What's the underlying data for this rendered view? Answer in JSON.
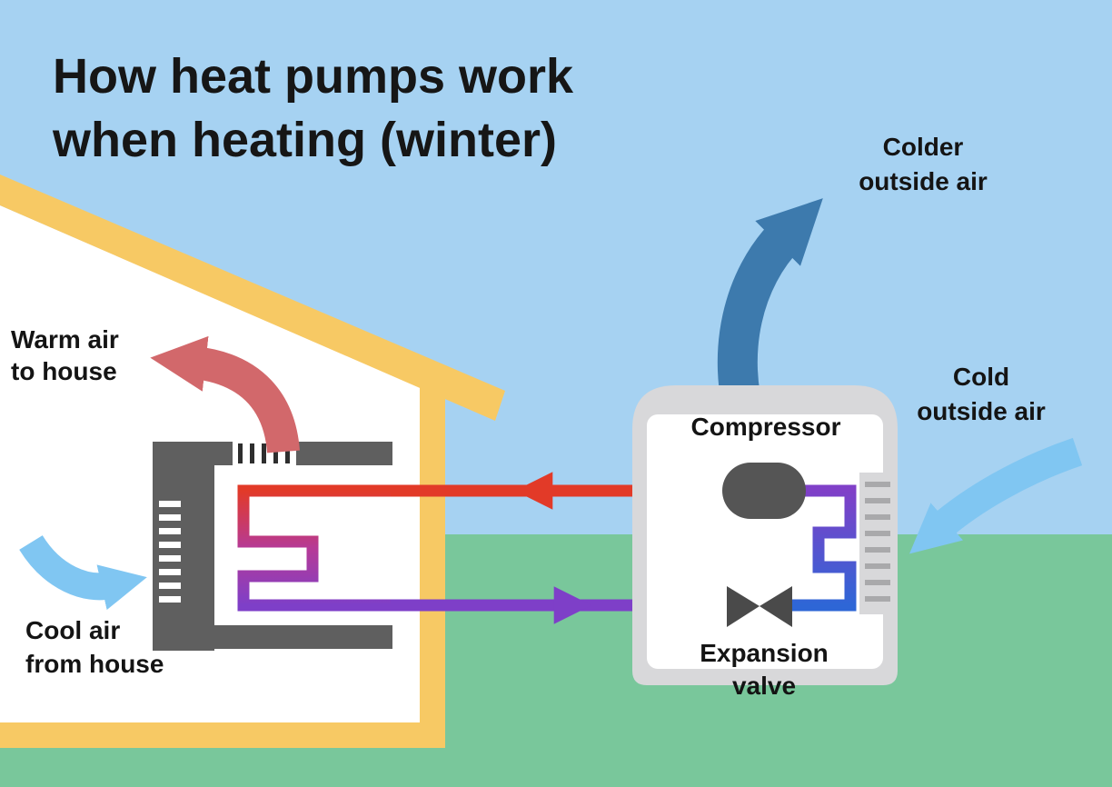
{
  "title": {
    "line1": "How heat pumps work",
    "line2": "when heating (winter)"
  },
  "labels": {
    "warm_air": {
      "line1": "Warm air",
      "line2": "to house"
    },
    "cool_air": {
      "line1": "Cool air",
      "line2": "from house"
    },
    "colder_outside_air": {
      "line1": "Colder",
      "line2": "outside air"
    },
    "cold_outside_air": {
      "line1": "Cold",
      "line2": "outside air"
    },
    "compressor": "Compressor",
    "expansion_valve": {
      "line1": "Expansion",
      "line2": "valve"
    }
  },
  "colors": {
    "sky": "#a6d2f2",
    "ground": "#79c79b",
    "house_yellow": "#f7c964",
    "house_interior": "#ffffff",
    "unit_dark_gray": "#5f5f5f",
    "outdoor_shell_gray": "#d8d8da",
    "hot_pipe_red": "#e23a28",
    "cold_pipe_purple": "#7e3fc8",
    "outdoor_coil_blue": "#2e66d6",
    "warm_air_arrow_red": "#d2686b",
    "cool_air_arrow_blue": "#80c6f2",
    "outside_air_arrow_dark_blue": "#3d7aad",
    "text": "#141414"
  }
}
